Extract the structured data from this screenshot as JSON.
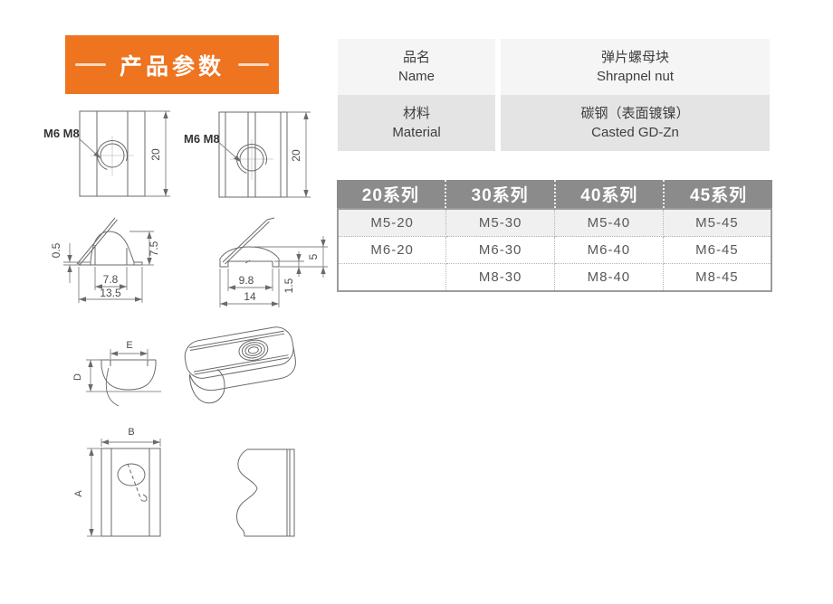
{
  "colors": {
    "accent": "#ee7420",
    "table_header_bg": "#8b8b8b",
    "info_row_light": "#f5f5f6",
    "info_row_dark": "#e4e4e5",
    "series_stripe": "#f0f0f0"
  },
  "header": {
    "badge_label": "产品参数"
  },
  "info_table": {
    "rows": [
      {
        "label_zh": "品名",
        "label_en": "Name",
        "value_zh": "弹片螺母块",
        "value_en": "Shrapnel nut"
      },
      {
        "label_zh": "材料",
        "label_en": "Material",
        "value_zh": "碳钢（表面镀镍）",
        "value_en": "Casted GD-Zn"
      }
    ]
  },
  "series_table": {
    "headers": [
      "20系列",
      "30系列",
      "40系列",
      "45系列"
    ],
    "rows": [
      [
        "M5-20",
        "M5-30",
        "M5-40",
        "M5-45"
      ],
      [
        "M6-20",
        "M6-30",
        "M6-40",
        "M6-45"
      ],
      [
        "",
        "M8-30",
        "M8-40",
        "M8-45"
      ]
    ]
  },
  "drawings": {
    "view_front_20": {
      "thread_label": "M6 M8",
      "dim_height": "20"
    },
    "view_front_3045": {
      "thread_label": "M6 M8",
      "dim_height": "20"
    },
    "view_profile_20": {
      "dim_lip": "0.5",
      "dim_height": "7.5",
      "dim_slot": "7.8",
      "dim_width": "13.5"
    },
    "view_profile_3045": {
      "dim_slot": "9.8",
      "dim_width": "14",
      "dim_lip": "1.5",
      "dim_height": "5"
    },
    "view_section": {
      "dim_width": "E",
      "dim_height": "D"
    },
    "view_top": {
      "dim_width": "B",
      "dim_height": "A"
    }
  }
}
